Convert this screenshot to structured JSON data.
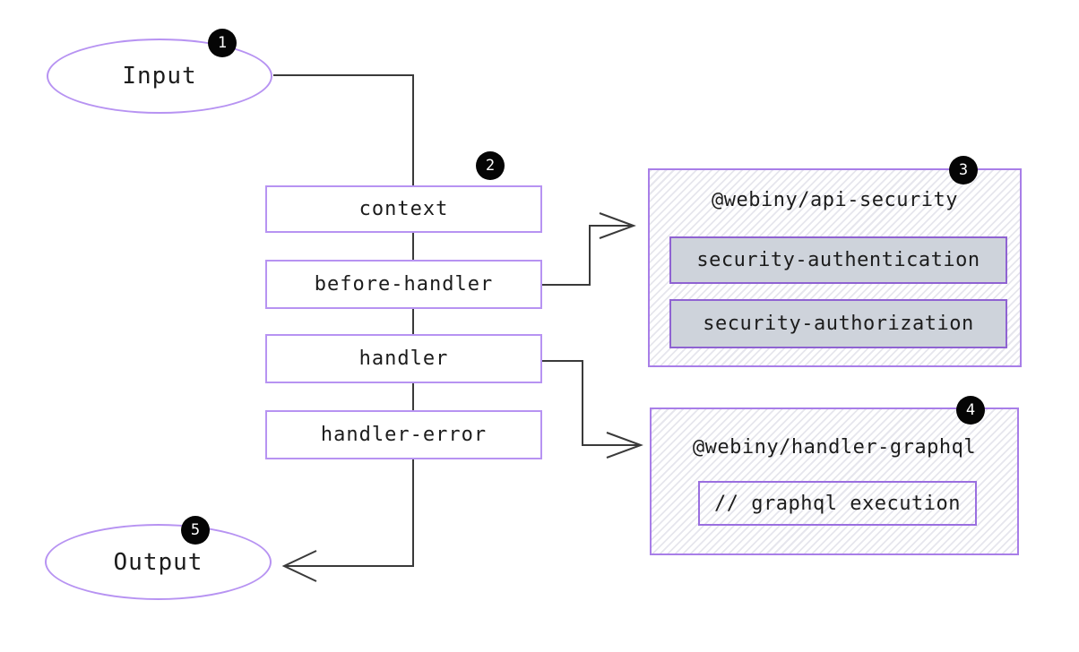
{
  "colors": {
    "bg": "#ffffff",
    "text": "#1c1c1c",
    "node-border": "#b793f2",
    "container-border": "#a87ee8",
    "plugin-fill": "#ced3db",
    "plugin-border": "#8f63d2",
    "line": "#3a3a3a",
    "badge-bg": "#050505",
    "badge-text": "#ffffff",
    "hatch": "#e6e6ed"
  },
  "nodes": {
    "input": {
      "label": "Input",
      "badge": "1"
    },
    "pipeline": {
      "badge": "2",
      "steps": [
        {
          "label": "context"
        },
        {
          "label": "before-handler"
        },
        {
          "label": "handler"
        },
        {
          "label": "handler-error"
        }
      ]
    },
    "api_security": {
      "badge": "3",
      "title": "@webiny/api-security",
      "plugins": [
        "security-authentication",
        "security-authorization"
      ]
    },
    "handler_graphql": {
      "badge": "4",
      "title": "@webiny/handler-graphql",
      "plugins": [
        "// graphql execution"
      ]
    },
    "output": {
      "label": "Output",
      "badge": "5"
    }
  },
  "edges": [
    {
      "from": "Input",
      "to": "context",
      "arrow": false
    },
    {
      "from": "context",
      "to": "before-handler",
      "arrow": false
    },
    {
      "from": "before-handler",
      "to": "handler",
      "arrow": false
    },
    {
      "from": "handler",
      "to": "handler-error",
      "arrow": false
    },
    {
      "from": "before-handler",
      "to": "@webiny/api-security",
      "arrow": true
    },
    {
      "from": "handler",
      "to": "@webiny/handler-graphql",
      "arrow": true
    },
    {
      "from": "handler-error",
      "to": "Output",
      "arrow": true
    }
  ]
}
